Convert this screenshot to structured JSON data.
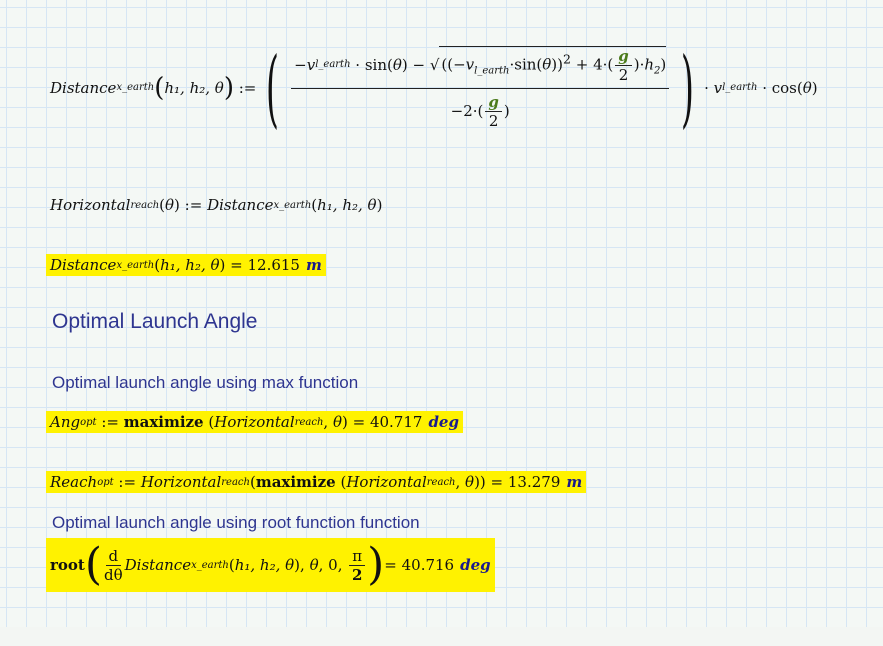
{
  "equations": {
    "distance_def": {
      "name": "Distance",
      "subscript": "x_earth",
      "args": "h₁, h₂, θ",
      "velocity": "v",
      "velocity_sub": "l_earth",
      "gravity": "g"
    },
    "horizontal_def": {
      "name": "Horizontal",
      "subscript": "reach",
      "arg": "θ",
      "rhs": "Distance",
      "rhs_sub": "x_earth",
      "rhs_args": "h₁, h₂, θ"
    },
    "distance_eval": {
      "name": "Distance",
      "subscript": "x_earth",
      "args": "h₁, h₂, θ",
      "value": "12.615",
      "unit": "m"
    },
    "ang_opt": {
      "name": "Ang",
      "subscript": "opt",
      "func": "maximize",
      "arg1": "Horizontal",
      "arg1_sub": "reach",
      "arg2": "θ",
      "value": "40.717",
      "unit": "deg"
    },
    "reach_opt": {
      "name": "Reach",
      "subscript": "opt",
      "outer": "Horizontal",
      "outer_sub": "reach",
      "func": "maximize",
      "value": "13.279",
      "unit": "m"
    },
    "root_eval": {
      "func": "root",
      "d": "d",
      "dtheta": "dθ",
      "fn": "Distance",
      "fn_sub": "x_earth",
      "fn_args": "h₁, h₂, θ",
      "var": "θ",
      "lower": "0",
      "upper_num": "π",
      "upper_den": "2",
      "value": "40.716",
      "unit": "deg"
    }
  },
  "headings": {
    "section": "Optimal Launch Angle",
    "max_note": "Optimal launch angle using max function",
    "root_note": "Optimal launch angle using root function function"
  }
}
